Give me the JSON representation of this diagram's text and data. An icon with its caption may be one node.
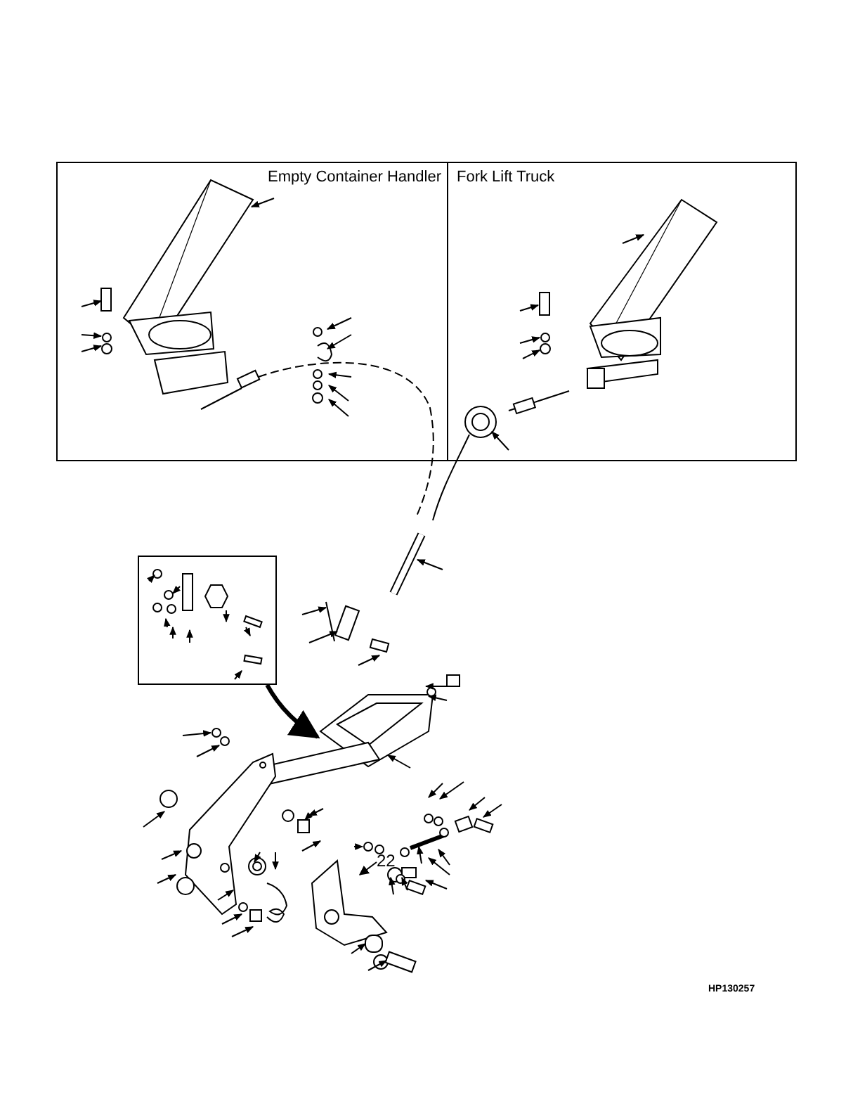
{
  "diagram": {
    "nodes": [
      {
        "text": [
          "Empty Container Handler"
        ]
      },
      {
        "text": [
          "Fork Lift Truck"
        ]
      },
      {
        "text": [],
        "shape": "box"
      },
      {
        "text": [
          "22"
        ]
      }
    ],
    "edges": [
      {
        "from": 2,
        "to": null,
        "arrow": "to",
        "style": "thick"
      },
      {
        "from": 3,
        "to": null,
        "arrow": "to"
      }
    ],
    "labels": [
      "HP130257"
    ]
  }
}
